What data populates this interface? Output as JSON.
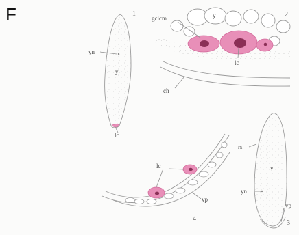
{
  "figure": {
    "panel_letter": "F",
    "colors": {
      "cell_fill": "#e88fb8",
      "cell_edge": "#d36a9b",
      "nucleus": "#8b2f56",
      "ink": "#8f8f8f",
      "paper": "#fbfbfa"
    },
    "panel_1": {
      "number": "1",
      "labels": {
        "yn": "yn",
        "y": "y",
        "lc": "lc"
      }
    },
    "panel_2": {
      "number": "2",
      "labels": {
        "gclcm": "gclcm",
        "y": "y",
        "lc": "lc",
        "ch": "ch"
      }
    },
    "panel_3": {
      "number": "3",
      "labels": {
        "rs": "rs",
        "y": "y",
        "yn": "yn",
        "vp": "vp"
      }
    },
    "panel_4": {
      "number": "4",
      "labels": {
        "lc": "lc",
        "vp": "vp"
      }
    }
  }
}
